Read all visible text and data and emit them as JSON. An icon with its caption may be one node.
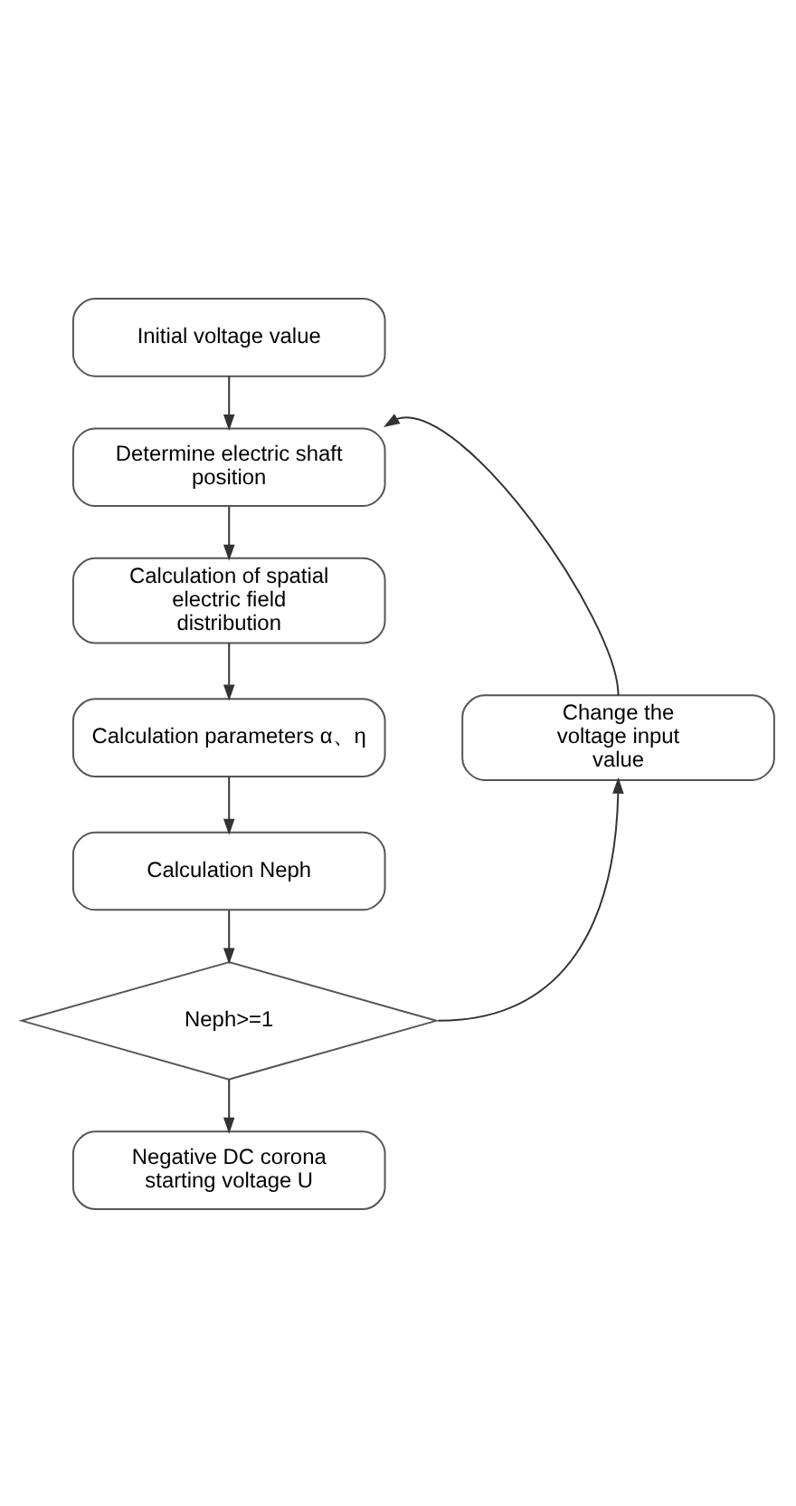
{
  "diagram": {
    "nodes": [
      {
        "text": [
          "Initial voltage value"
        ]
      },
      {
        "text": [
          "Determine electric shaft position"
        ]
      },
      {
        "text": [
          "Calculation of spatial electric field distribution"
        ]
      },
      {
        "text": [
          "Calculation parameters α、η"
        ]
      },
      {
        "text": [
          "Calculation Neph"
        ]
      },
      {
        "text": [
          "Neph>=1"
        ]
      },
      {
        "text": [
          "Negative DC corona starting voltage U"
        ]
      },
      {
        "text": [
          "Change the voltage input value"
        ]
      }
    ],
    "edges": [
      {
        "from": 0,
        "to": 1,
        "arrow": "to"
      },
      {
        "from": 1,
        "to": 2,
        "arrow": "to"
      },
      {
        "from": 2,
        "to": 3,
        "arrow": "to"
      },
      {
        "from": 3,
        "to": 4,
        "arrow": "to"
      },
      {
        "from": 4,
        "to": 5,
        "arrow": "to"
      },
      {
        "from": 5,
        "to": 6,
        "arrow": "to"
      },
      {
        "from": 5,
        "to": 7,
        "arrow": "to"
      },
      {
        "from": 7,
        "to": 1,
        "arrow": "to"
      }
    ]
  }
}
